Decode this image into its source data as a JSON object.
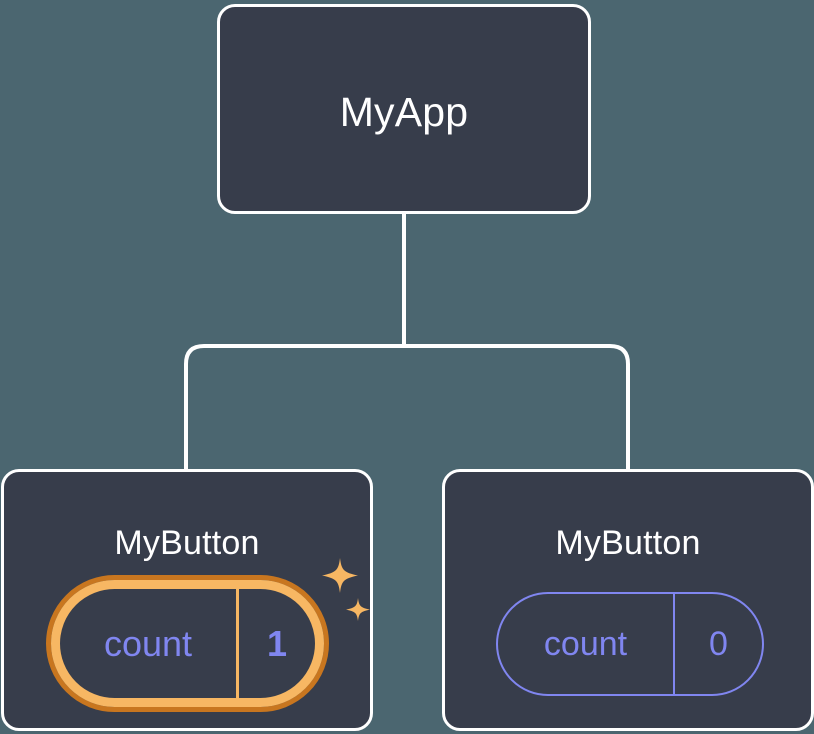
{
  "diagram": {
    "type": "component-tree",
    "background_color": "#4b6670",
    "node_fill_color": "#373d4b",
    "node_border_color": "#ffffff",
    "state_color": "#8086f0",
    "highlight_outer_color": "#c8761f",
    "highlight_inner_color": "#f7b763",
    "connector_color": "#ffffff"
  },
  "root": {
    "label": "MyApp"
  },
  "children": [
    {
      "label": "MyButton",
      "highlighted": true,
      "state": {
        "key": "count",
        "value": "1"
      },
      "sparkle_large": "sparkle-icon",
      "sparkle_small": "sparkle-icon"
    },
    {
      "label": "MyButton",
      "highlighted": false,
      "state": {
        "key": "count",
        "value": "0"
      }
    }
  ]
}
